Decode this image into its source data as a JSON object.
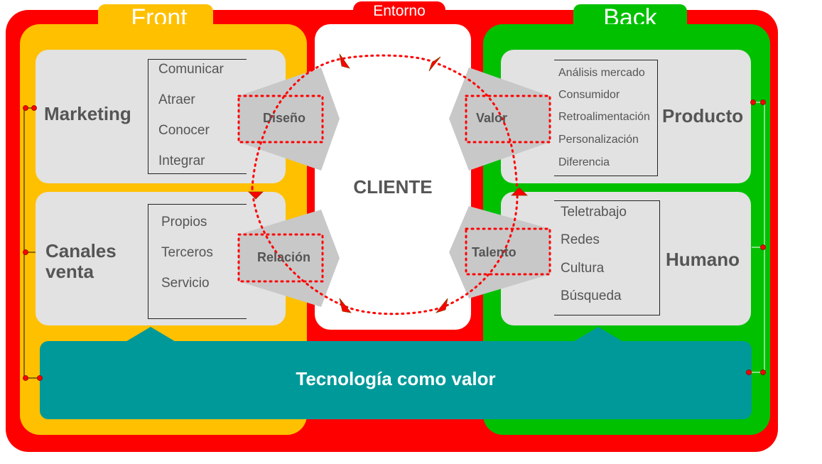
{
  "environment_label": "Entorno",
  "front": {
    "title": "Front",
    "marketing": {
      "title": "Marketing",
      "items": [
        "Comunicar",
        "Atraer",
        "Conocer",
        "Integrar"
      ]
    },
    "canales": {
      "title_line1": "Canales",
      "title_line2": "venta",
      "items": [
        "Propios",
        "Terceros",
        "Servicio"
      ]
    }
  },
  "back": {
    "title": "Back",
    "producto": {
      "title": "Producto",
      "items": [
        "Análisis mercado",
        "Consumidor",
        "Retroalimentación",
        "Personalización",
        "Diferencia"
      ]
    },
    "humano": {
      "title": "Humano",
      "items": [
        "Teletrabajo",
        "Redes",
        "Cultura",
        "Búsqueda"
      ]
    }
  },
  "center": {
    "label": "CLIENTE"
  },
  "arrows": {
    "diseno": "Diseño",
    "relacion": "Relación",
    "valor": "Valor",
    "talento": "Talento"
  },
  "technology": {
    "label": "Tecnología como valor"
  },
  "colors": {
    "environment": "#ff0000",
    "front": "#ffc000",
    "back": "#00c000",
    "technology": "#009999",
    "box": "#e2e2e2",
    "arrow": "#c8c8c8"
  }
}
